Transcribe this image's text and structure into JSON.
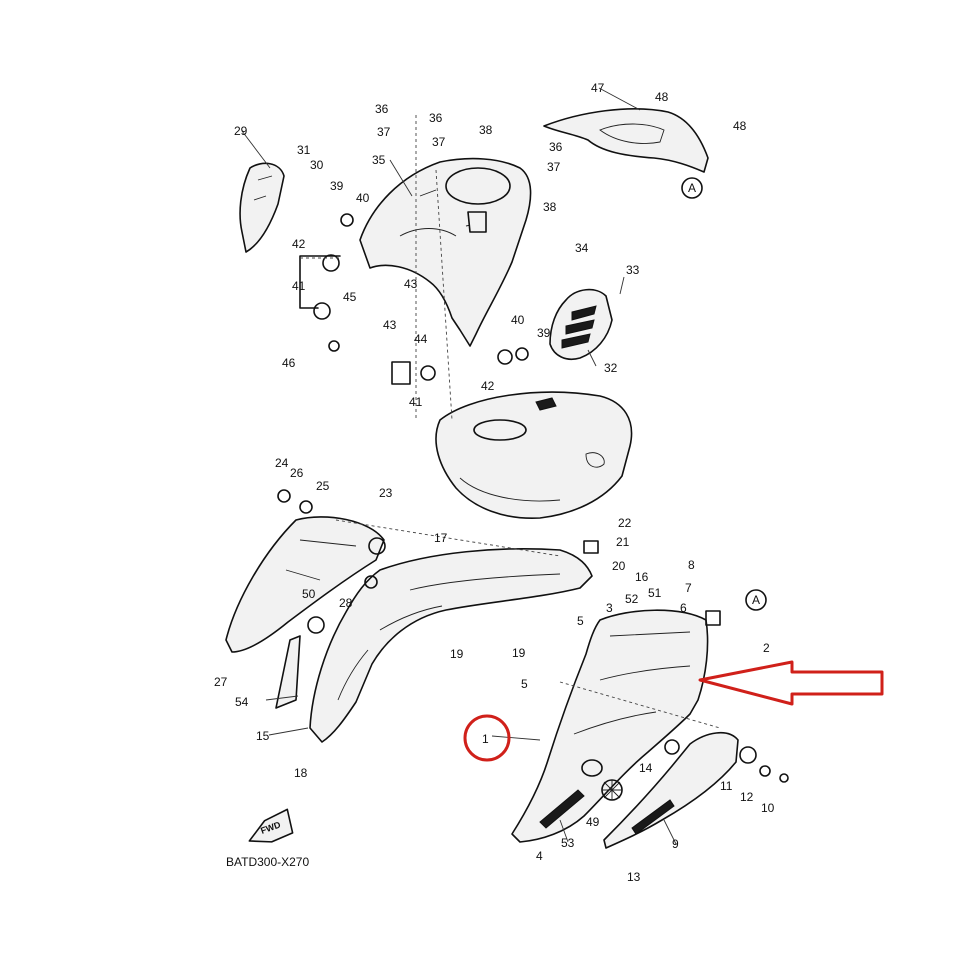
{
  "diagram": {
    "reference_code": "BATD300-X270",
    "direction_label": "FWD",
    "highlight_color": "#d0201a",
    "callouts": [
      {
        "id": "c36a",
        "text": "36"
      },
      {
        "id": "c37a",
        "text": "37"
      },
      {
        "id": "c36b",
        "text": "36"
      },
      {
        "id": "c37b",
        "text": "37"
      },
      {
        "id": "c38a",
        "text": "38"
      },
      {
        "id": "c47",
        "text": "47"
      },
      {
        "id": "c48a",
        "text": "48"
      },
      {
        "id": "c48b",
        "text": "48"
      },
      {
        "id": "c29",
        "text": "29"
      },
      {
        "id": "c31",
        "text": "31"
      },
      {
        "id": "c30",
        "text": "30"
      },
      {
        "id": "c35",
        "text": "35"
      },
      {
        "id": "c36c",
        "text": "36"
      },
      {
        "id": "c37c",
        "text": "37"
      },
      {
        "id": "c38b",
        "text": "38"
      },
      {
        "id": "c39a",
        "text": "39"
      },
      {
        "id": "c40a",
        "text": "40"
      },
      {
        "id": "c42a",
        "text": "42"
      },
      {
        "id": "c43a",
        "text": "43"
      },
      {
        "id": "c41a",
        "text": "41"
      },
      {
        "id": "c45",
        "text": "45"
      },
      {
        "id": "c46",
        "text": "46"
      },
      {
        "id": "c43b",
        "text": "43"
      },
      {
        "id": "c44",
        "text": "44"
      },
      {
        "id": "c41b",
        "text": "41"
      },
      {
        "id": "c42b",
        "text": "42"
      },
      {
        "id": "c40b",
        "text": "40"
      },
      {
        "id": "c39b",
        "text": "39"
      },
      {
        "id": "c34",
        "text": "34"
      },
      {
        "id": "c33",
        "text": "33"
      },
      {
        "id": "c32",
        "text": "32"
      },
      {
        "id": "c24",
        "text": "24"
      },
      {
        "id": "c26",
        "text": "26"
      },
      {
        "id": "c25",
        "text": "25"
      },
      {
        "id": "c23",
        "text": "23"
      },
      {
        "id": "c22",
        "text": "22"
      },
      {
        "id": "c17",
        "text": "17"
      },
      {
        "id": "c21",
        "text": "21"
      },
      {
        "id": "c20",
        "text": "20"
      },
      {
        "id": "c16",
        "text": "16"
      },
      {
        "id": "c8",
        "text": "8"
      },
      {
        "id": "c7",
        "text": "7"
      },
      {
        "id": "c52",
        "text": "52"
      },
      {
        "id": "c51",
        "text": "51"
      },
      {
        "id": "c6",
        "text": "6"
      },
      {
        "id": "c3",
        "text": "3"
      },
      {
        "id": "c50",
        "text": "50"
      },
      {
        "id": "c28",
        "text": "28"
      },
      {
        "id": "c5a",
        "text": "5"
      },
      {
        "id": "c2",
        "text": "2"
      },
      {
        "id": "c19a",
        "text": "19"
      },
      {
        "id": "c19b",
        "text": "19"
      },
      {
        "id": "c27",
        "text": "27"
      },
      {
        "id": "c5b",
        "text": "5"
      },
      {
        "id": "c54",
        "text": "54"
      },
      {
        "id": "c15",
        "text": "15"
      },
      {
        "id": "c1",
        "text": "1"
      },
      {
        "id": "c14",
        "text": "14"
      },
      {
        "id": "c11",
        "text": "11"
      },
      {
        "id": "c12",
        "text": "12"
      },
      {
        "id": "c10",
        "text": "10"
      },
      {
        "id": "c18",
        "text": "18"
      },
      {
        "id": "c49",
        "text": "49"
      },
      {
        "id": "c53",
        "text": "53"
      },
      {
        "id": "c9",
        "text": "9"
      },
      {
        "id": "c4",
        "text": "4"
      },
      {
        "id": "c13",
        "text": "13"
      }
    ],
    "reference_markers": [
      {
        "id": "refA1",
        "text": "A"
      },
      {
        "id": "refA2",
        "text": "A"
      }
    ]
  }
}
